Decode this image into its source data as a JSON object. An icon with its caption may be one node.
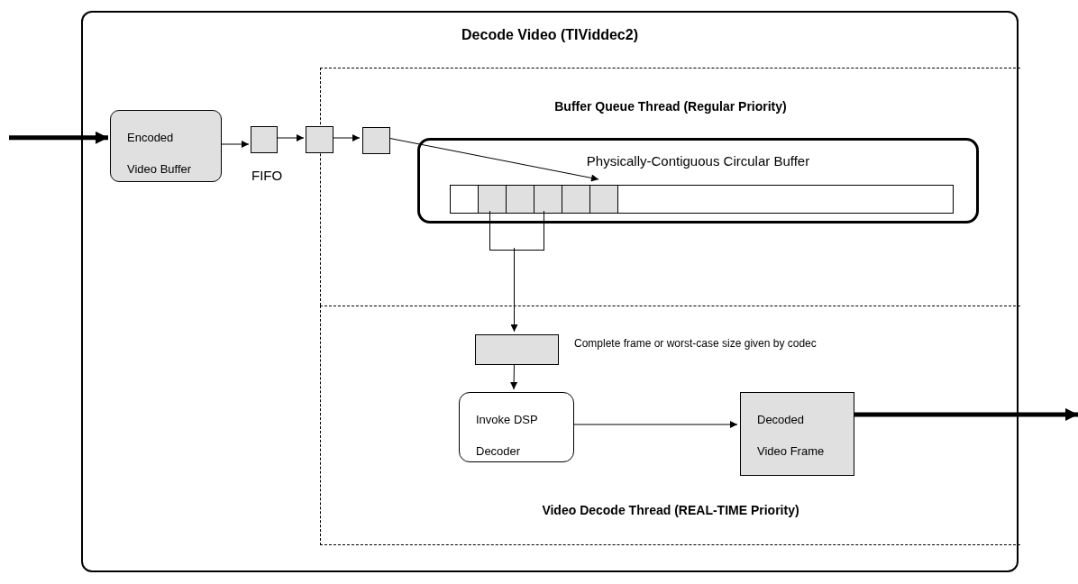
{
  "diagram": {
    "nodes": [
      {
        "text": [
          "Decode Video (TIViddec2)"
        ]
      },
      {
        "text": [
          "Buffer Queue Thread (Regular Priority)"
        ],
        "in": 0
      },
      {
        "text": [
          "Video Decode Thread (REAL-TIME Priority)"
        ],
        "in": 0
      },
      {
        "text": [
          "Encoded Video Buffer"
        ],
        "in": 0
      },
      {
        "text": [],
        "shape": "box",
        "in": 0
      },
      {
        "text": [],
        "shape": "box",
        "in": 0
      },
      {
        "text": [],
        "shape": "box",
        "in": 1
      },
      {
        "text": [
          "Physically-Contiguous Circular Buffer"
        ],
        "in": 1
      },
      {
        "text": [],
        "shape": "bar",
        "in": 7
      },
      {
        "text": [],
        "shape": "box",
        "in": 1
      },
      {
        "text": [],
        "shape": "box",
        "in": 2,
        "beside": [
          "Complete frame or worst-case size given by codec"
        ]
      },
      {
        "text": [
          "Invoke DSP Decoder"
        ],
        "in": 2
      },
      {
        "text": [
          "Decoded Video Frame"
        ],
        "in": 2
      }
    ],
    "edges": [
      {
        "from": null,
        "to": 3,
        "arrow": "to",
        "style": "thick"
      },
      {
        "from": 3,
        "to": 4,
        "arrow": "to"
      },
      {
        "from": 4,
        "to": 5,
        "arrow": "to"
      },
      {
        "from": 5,
        "to": 6,
        "arrow": "to"
      },
      {
        "from": 6,
        "to": 8,
        "arrow": "to"
      },
      {
        "from": 9,
        "to": 10,
        "arrow": "to"
      },
      {
        "from": 10,
        "to": 11,
        "arrow": "to"
      },
      {
        "from": 11,
        "to": 12,
        "arrow": "to"
      },
      {
        "from": 12,
        "to": null,
        "arrow": "to",
        "style": "thick"
      }
    ],
    "labels": [
      "FIFO"
    ]
  }
}
